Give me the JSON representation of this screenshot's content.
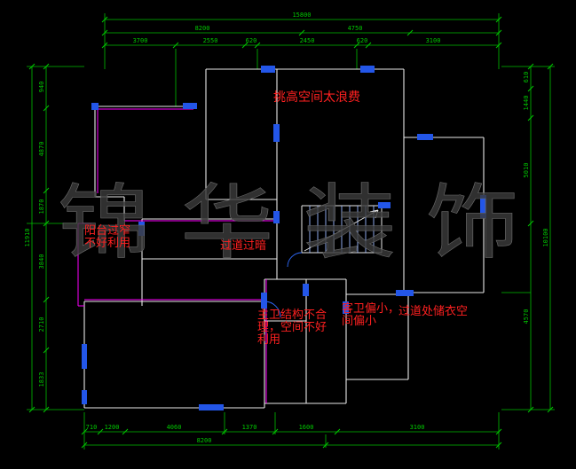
{
  "colors": {
    "background": "#000000",
    "dimension_green": "#00c800",
    "annotation_red": "#ff2020",
    "wall_white": "#e8e8e8",
    "window_blue": "#2356e8",
    "railing_magenta": "#ff00ff",
    "stair_tread_blue": "#9ab8ff",
    "watermark_gray": "#3a3a3a"
  },
  "watermark": {
    "text": "锦 华 装 饰"
  },
  "annotations": {
    "loft": "挑高空间太浪费",
    "balcony_line1": "阳台过窄",
    "balcony_line2": "不好利用",
    "corridor": "过道过暗",
    "master_bath_line1": "主卫结构不合",
    "master_bath_line2": "理，空间不好",
    "master_bath_line3": "利用",
    "guest_bath_line1": "客卫偏小，",
    "guest_bath_line2": "间偏小",
    "closet": "过道处储衣空"
  },
  "dimensions": {
    "top_total": "15800",
    "top_row2": [
      "8200",
      "4750"
    ],
    "top_row3": [
      "3700",
      "2550",
      "620",
      "2450",
      "620",
      "3100"
    ],
    "left_outer_total": "11910",
    "left_inner": [
      "940",
      "4870",
      "1870",
      "3840",
      "2710",
      "1833"
    ],
    "right_outer_total": "10100",
    "right_inner": [
      "610",
      "1440",
      "5010",
      "4570"
    ],
    "bottom_row1": [
      "710",
      "1200",
      "4060",
      "1370",
      "1600",
      "3100"
    ],
    "bottom_row2": [
      "8200"
    ]
  }
}
